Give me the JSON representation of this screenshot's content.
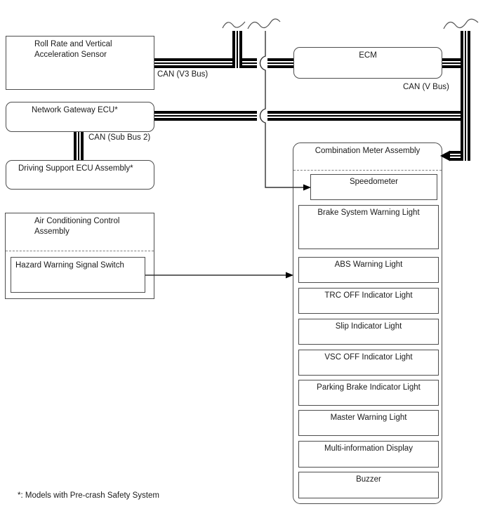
{
  "nodes": {
    "roll_rate": {
      "line1": "Roll Rate and Vertical",
      "line2": "Acceleration Sensor"
    },
    "network_gateway": {
      "label": "Network Gateway ECU*"
    },
    "driving_support": {
      "label": "Driving Support ECU Assembly*"
    },
    "air_conditioning": {
      "line1": "Air Conditioning Control",
      "line2": "Assembly"
    },
    "hazard_switch": {
      "label": "Hazard Warning Signal Switch"
    },
    "ecm": {
      "label": "ECM"
    },
    "combination_meter": {
      "label": "Combination Meter Assembly"
    }
  },
  "bus_labels": {
    "v3_bus": "CAN (V3 Bus)",
    "v_bus": "CAN (V Bus)",
    "sub_bus_2": "CAN (Sub Bus 2)"
  },
  "meter": {
    "items": [
      "Speedometer",
      "Brake System Warning Light",
      "ABS Warning Light",
      "TRC OFF Indicator Light",
      "Slip Indicator Light",
      "VSC OFF Indicator Light",
      "Parking Brake Indicator Light",
      "Master Warning Light",
      "Multi-information Display",
      "Buzzer"
    ]
  },
  "footnote": "*: Models with Pre-crash Safety System",
  "colors": {
    "bus": "#000000",
    "box_border": "#4d4d4d",
    "signal_line": "#333333"
  }
}
